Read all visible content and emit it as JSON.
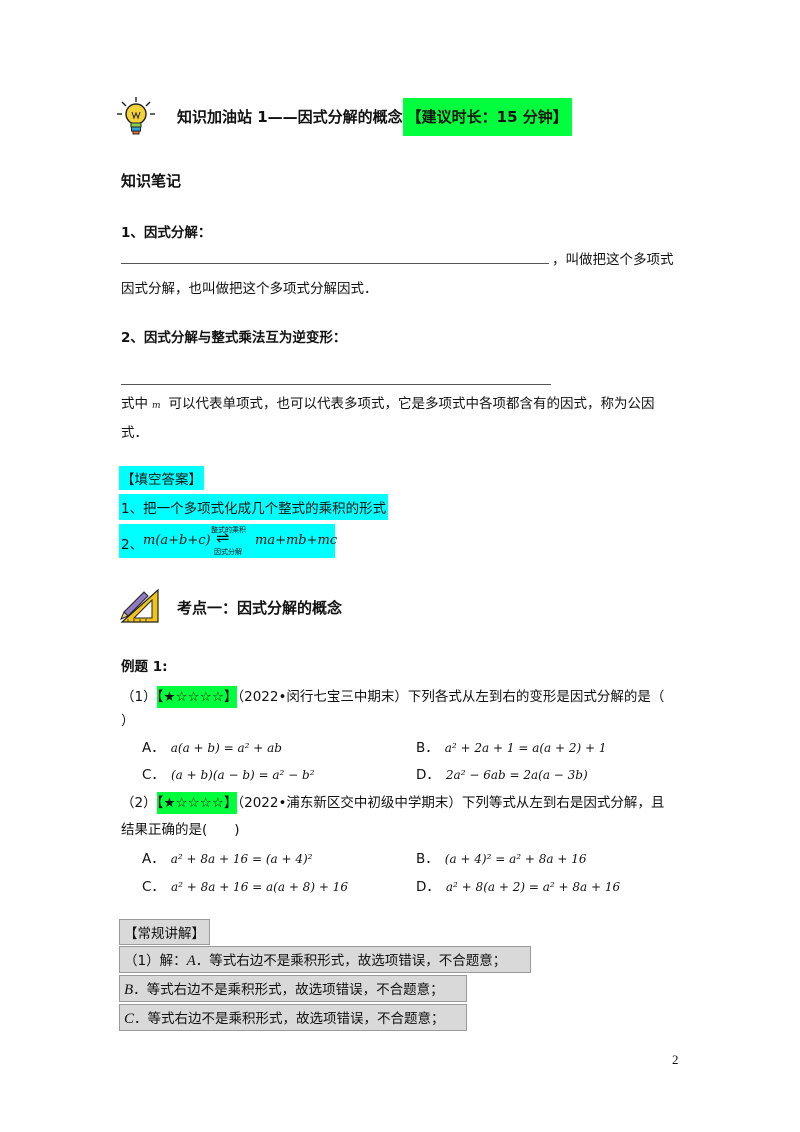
{
  "header": {
    "title_main": "知识加油站 1——因式分解的概念",
    "title_highlight": "【建议时长：15 分钟】"
  },
  "notes": {
    "heading": "知识笔记",
    "item1_heading": "1、因式分解：",
    "item1_suffix": "，叫做把这个多项式",
    "item1_line2": "因式分解，也叫做把这个多项式分解因式．",
    "item2_heading": "2、因式分解与整式乘法互为逆变形：",
    "item2_line1_a": "式中",
    "item2_line1_m": "m",
    "item2_line1_b": "可以代表单项式，也可以代表多项式，它是多项式中各项都含有的因式，称为公因",
    "item2_line2": "式．"
  },
  "answers": {
    "label": "【填空答案】",
    "a1": "1、把一个多项式化成几个整式的乘积的形式",
    "a2_prefix": "2、",
    "a2_left": "m(a+b+c)",
    "a2_top": "整式的乘积",
    "a2_bottom": "因式分解",
    "a2_arrow": "⇌",
    "a2_right": "ma+mb+mc"
  },
  "section": {
    "title": "考点一：因式分解的概念"
  },
  "example": {
    "label": "例题 1:",
    "q1": {
      "num": "（1）",
      "stars": "【★☆☆☆☆】",
      "source": "（2022•闵行七宝三中期末）下列各式从左到右的变形是因式分解的是（",
      "close": "）",
      "options": [
        {
          "label": "A．",
          "expr": "a(a + b) = a² + ab"
        },
        {
          "label": "B．",
          "expr": "a² + 2a + 1 = a(a + 2) + 1"
        },
        {
          "label": "C．",
          "expr": "(a + b)(a − b) = a² − b²"
        },
        {
          "label": "D．",
          "expr": "2a² − 6ab = 2a(a − 3b)"
        }
      ]
    },
    "q2": {
      "num": "（2）",
      "stars": "【★☆☆☆☆】",
      "source": "（2022•浦东新区交中初级中学期末）下列等式从左到右是因式分解，且",
      "line2": "结果正确的是(　　)",
      "options": [
        {
          "label": "A．",
          "expr": "a² + 8a + 16 = (a + 4)²"
        },
        {
          "label": "B．",
          "expr": "(a + 4)² = a² + 8a + 16"
        },
        {
          "label": "C．",
          "expr": "a² + 8a + 16 = a(a + 8) + 16"
        },
        {
          "label": "D．",
          "expr": "a² + 8(a + 2) = a² + 8a + 16"
        }
      ]
    }
  },
  "explain": {
    "label": "【常规讲解】",
    "l1_prefix": "（1）解：",
    "l1_letter": "A",
    "l1_text": "．等式右边不是乘积形式，故选项错误，不合题意；",
    "l2_letter": "B",
    "l2_text": "．等式右边不是乘积形式，故选项错误，不合题意；",
    "l3_letter": "C",
    "l3_text": "．等式右边不是乘积形式，故选项错误，不合题意；"
  },
  "page_number": "2",
  "colors": {
    "highlight_green": "#00ff3c",
    "highlight_cyan": "#00ffff",
    "gray_box": "#d9d9d9"
  }
}
